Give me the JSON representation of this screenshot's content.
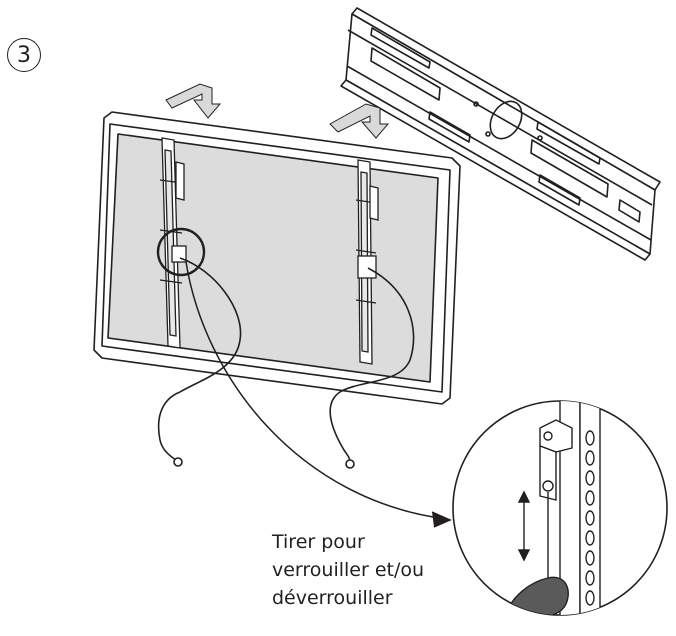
{
  "step": {
    "number": "3"
  },
  "instruction": {
    "line1": "Tirer pour",
    "line2": "verrouiller et/ou",
    "line3": "déverrouiller"
  },
  "colors": {
    "line": "#231f20",
    "screen": "#dcdcdc",
    "hand": "#5a5a5a",
    "arrow": "#cfcfcf"
  },
  "icons": [
    "down-arrow-icon",
    "up-down-arrow-icon",
    "hand-icon"
  ]
}
